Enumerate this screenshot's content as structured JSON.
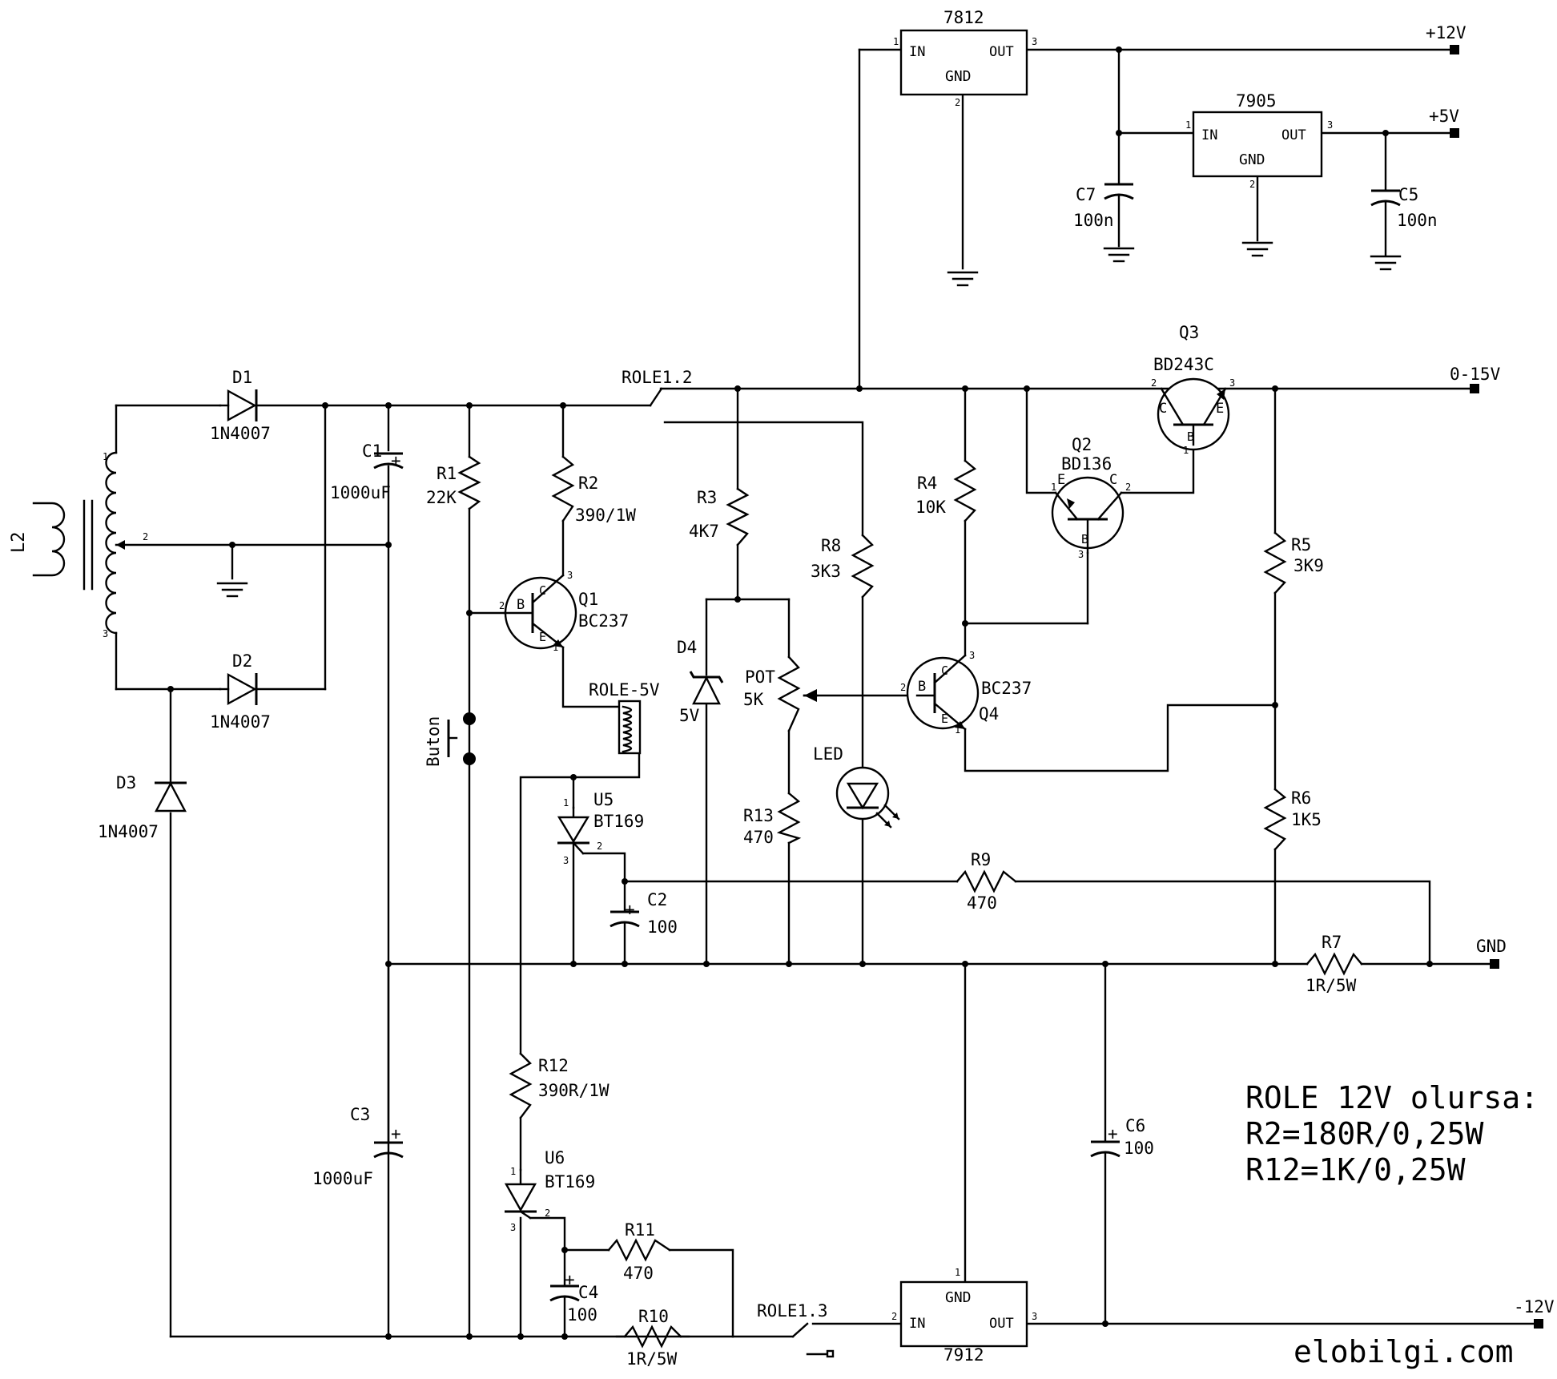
{
  "regulators": {
    "u7812": {
      "name": "7812",
      "in": "IN",
      "out": "OUT",
      "gnd": "GND",
      "p1": "1",
      "p2": "2",
      "p3": "3"
    },
    "u7905": {
      "name": "7905",
      "in": "IN",
      "out": "OUT",
      "gnd": "GND",
      "p1": "1",
      "p2": "2",
      "p3": "3"
    },
    "u7912": {
      "name": "7912",
      "in": "IN",
      "out": "OUT",
      "gnd": "GND",
      "p1": "1",
      "p2": "2",
      "p3": "3"
    }
  },
  "outputs": {
    "p12v": "+12V",
    "p5v": "+5V",
    "var": "0-15V",
    "gnd": "GND",
    "m12v": "-12V"
  },
  "transformer": {
    "name": "L2",
    "p1": "1",
    "p2": "2",
    "p3": "3"
  },
  "diodes": {
    "d1": {
      "name": "D1",
      "value": "1N4007"
    },
    "d2": {
      "name": "D2",
      "value": "1N4007"
    },
    "d3": {
      "name": "D3",
      "value": "1N4007"
    },
    "d4": {
      "name": "D4",
      "value": "5V"
    }
  },
  "capacitors": {
    "c1": {
      "name": "C1",
      "value": "1000uF"
    },
    "c2": {
      "name": "C2",
      "value": "100"
    },
    "c3": {
      "name": "C3",
      "value": "1000uF"
    },
    "c4": {
      "name": "C4",
      "value": "100"
    },
    "c5": {
      "name": "C5",
      "value": "100n"
    },
    "c6": {
      "name": "C6",
      "value": "100"
    },
    "c7": {
      "name": "C7",
      "value": "100n"
    },
    "plus": "+"
  },
  "resistors": {
    "r1": {
      "name": "R1",
      "value": "22K"
    },
    "r2": {
      "name": "R2",
      "value": "390/1W"
    },
    "r3": {
      "name": "R3",
      "value": "4K7"
    },
    "r4": {
      "name": "R4",
      "value": "10K"
    },
    "r5": {
      "name": "R5",
      "value": "3K9"
    },
    "r6": {
      "name": "R6",
      "value": "1K5"
    },
    "r7": {
      "name": "R7",
      "value": "1R/5W"
    },
    "r8": {
      "name": "R8",
      "value": "3K3"
    },
    "r9": {
      "name": "R9",
      "value": "470"
    },
    "r10": {
      "name": "R10",
      "value": "1R/5W"
    },
    "r11": {
      "name": "R11",
      "value": "470"
    },
    "r12": {
      "name": "R12",
      "value": "390R/1W"
    },
    "r13": {
      "name": "R13",
      "value": "470"
    }
  },
  "transistors": {
    "q1": {
      "name": "Q1",
      "value": "BC237",
      "b": "B",
      "c": "C",
      "e": "E",
      "p1": "1",
      "p2": "2",
      "p3": "3"
    },
    "q2": {
      "name": "Q2",
      "value": "BD136",
      "b": "B",
      "c": "C",
      "e": "E",
      "p1": "1",
      "p2": "2",
      "p3": "3"
    },
    "q3": {
      "name": "Q3",
      "value": "BD243C",
      "b": "B",
      "c": "C",
      "e": "E",
      "p1": "1",
      "p2": "2",
      "p3": "3"
    },
    "q4": {
      "name": "Q4",
      "value": "BC237",
      "b": "B",
      "c": "C",
      "e": "E",
      "p1": "1",
      "p2": "2",
      "p3": "3"
    }
  },
  "thyristors": {
    "u5": {
      "name": "U5",
      "value": "BT169",
      "p1": "1",
      "p2": "2",
      "p3": "3"
    },
    "u6": {
      "name": "U6",
      "value": "BT169",
      "p1": "1",
      "p2": "2",
      "p3": "3"
    }
  },
  "relay": {
    "coil": "ROLE-5V",
    "contact_a": "ROLE1.2",
    "contact_b": "ROLE1.3"
  },
  "misc": {
    "pot_name": "POT",
    "pot_value": "5K",
    "led": "LED",
    "button": "Buton"
  },
  "note": {
    "line1": "ROLE 12V olursa:",
    "line2": "R2=180R/0,25W",
    "line3": "R12=1K/0,25W"
  },
  "brand": "elobilgi.com"
}
